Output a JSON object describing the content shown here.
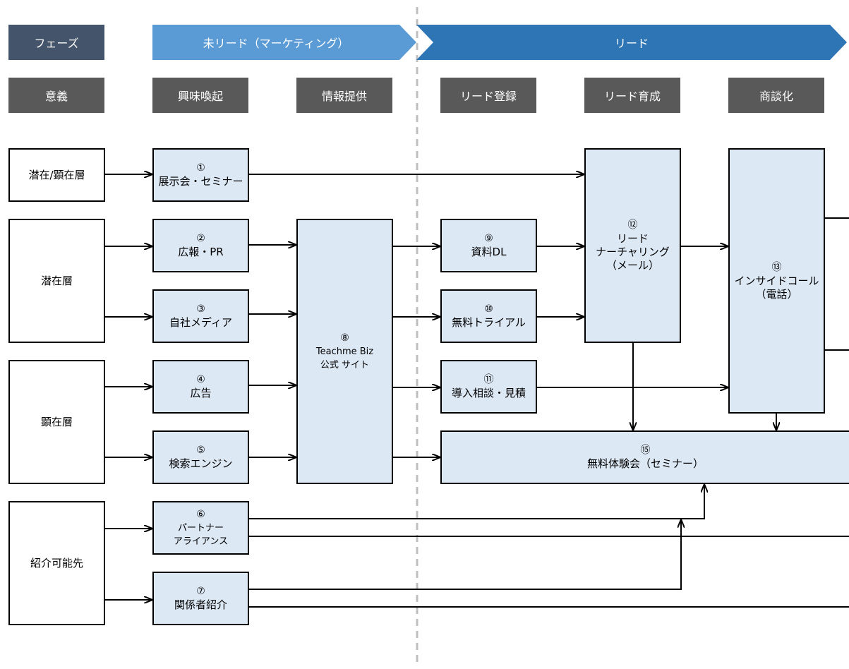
{
  "phase_row": {
    "phase_label": "フェーズ",
    "pre_lead": "未リード（マーケティング）",
    "lead": "リード"
  },
  "stage_row": {
    "meaning_label": "意義",
    "stages": [
      "興味喚起",
      "情報提供",
      "リード登録",
      "リード育成",
      "商談化"
    ]
  },
  "segments": [
    "潜在/顕在層",
    "潜在層",
    "顕在層",
    "紹介可能先"
  ],
  "nodes": {
    "n1": {
      "num": "①",
      "label": "展示会・セミナー"
    },
    "n2": {
      "num": "②",
      "label": "広報・PR"
    },
    "n3": {
      "num": "③",
      "label": "自社メディア"
    },
    "n4": {
      "num": "④",
      "label": "広告"
    },
    "n5": {
      "num": "⑤",
      "label": "検索エンジン"
    },
    "n6": {
      "num": "⑥",
      "label": "パートナー\nアライアンス"
    },
    "n7": {
      "num": "⑦",
      "label": "関係者紹介"
    },
    "n8": {
      "num": "⑧",
      "label": "Teachme Biz\n公式 サイト"
    },
    "n9": {
      "num": "⑨",
      "label": "資料DL"
    },
    "n10": {
      "num": "⑩",
      "label": "無料トライアル"
    },
    "n11": {
      "num": "⑪",
      "label": "導入相談・見積"
    },
    "n12": {
      "num": "⑫",
      "label": "リード\nナーチャリング\n（メール）"
    },
    "n13": {
      "num": "⑬",
      "label": "インサイドコール\n（電話）"
    },
    "n15": {
      "num": "⑮",
      "label": "無料体験会（セミナー）"
    }
  },
  "colors": {
    "header_gray": "#595959",
    "header_navy": "#44546a",
    "arrow_light_blue": "#5b9bd5",
    "arrow_dark_blue": "#2e75b6",
    "box_fill": "#dde8f5",
    "divider": "#bfbfbf"
  }
}
